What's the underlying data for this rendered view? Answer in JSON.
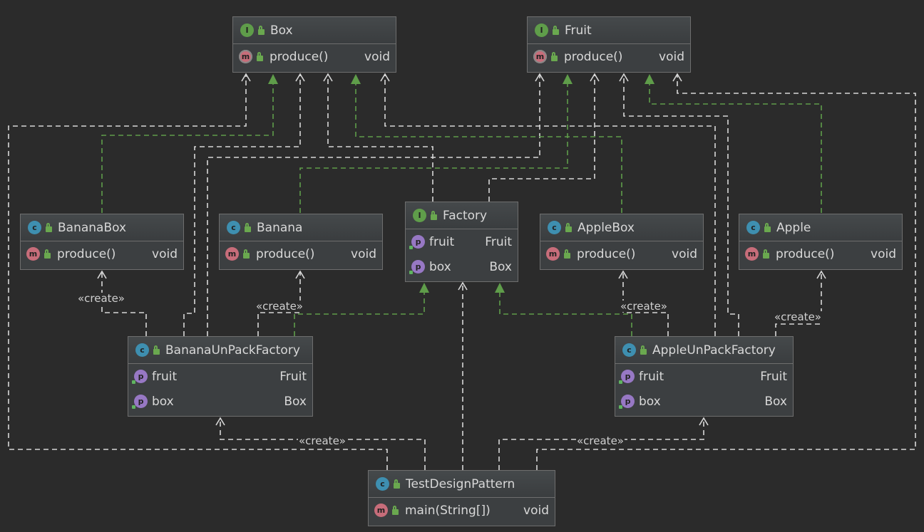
{
  "stereotype_label": "«create»",
  "nodes": {
    "box": {
      "kind": "I",
      "name": "Box",
      "methods": [
        {
          "name": "produce()",
          "type": "void"
        }
      ]
    },
    "fruit": {
      "kind": "I",
      "name": "Fruit",
      "methods": [
        {
          "name": "produce()",
          "type": "void"
        }
      ]
    },
    "bananabox": {
      "kind": "C",
      "name": "BananaBox",
      "methods": [
        {
          "name": "produce()",
          "type": "void"
        }
      ]
    },
    "banana": {
      "kind": "C",
      "name": "Banana",
      "methods": [
        {
          "name": "produce()",
          "type": "void"
        }
      ]
    },
    "factory": {
      "kind": "I",
      "name": "Factory",
      "fields": [
        {
          "name": "fruit",
          "type": "Fruit"
        },
        {
          "name": "box",
          "type": "Box"
        }
      ]
    },
    "applebox": {
      "kind": "C",
      "name": "AppleBox",
      "methods": [
        {
          "name": "produce()",
          "type": "void"
        }
      ]
    },
    "apple": {
      "kind": "C",
      "name": "Apple",
      "methods": [
        {
          "name": "produce()",
          "type": "void"
        }
      ]
    },
    "bananaunpack": {
      "kind": "C",
      "name": "BananaUnPackFactory",
      "fields": [
        {
          "name": "fruit",
          "type": "Fruit"
        },
        {
          "name": "box",
          "type": "Box"
        }
      ]
    },
    "appleunpack": {
      "kind": "C",
      "name": "AppleUnPackFactory",
      "fields": [
        {
          "name": "fruit",
          "type": "Fruit"
        },
        {
          "name": "box",
          "type": "Box"
        }
      ]
    },
    "test": {
      "kind": "C",
      "name": "TestDesignPattern",
      "methods": [
        {
          "name": "main(String[])",
          "type": "void"
        }
      ]
    }
  },
  "colors": {
    "background": "#2b2b2b",
    "dependency": "#d8d8d8",
    "realization": "#5f9d4a"
  }
}
